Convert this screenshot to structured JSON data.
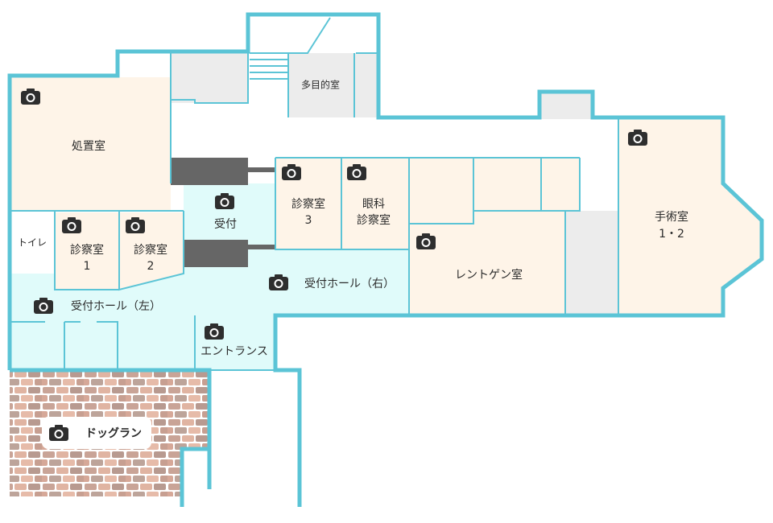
{
  "rooms": {
    "treatment": "処置室",
    "multipurpose": "多目的室",
    "reception": "受付",
    "exam1_line1": "診察室",
    "exam1_line2": "1",
    "exam2_line1": "診察室",
    "exam2_line2": "2",
    "exam3_line1": "診察室",
    "exam3_line2": "3",
    "eye_line1": "眼科",
    "eye_line2": "診察室",
    "xray": "レントゲン室",
    "surgery_line1": "手術室",
    "surgery_line2": "1・2",
    "toilet": "トイレ",
    "hall_left": "受付ホール（左）",
    "hall_right": "受付ホール（右）",
    "entrance": "エントランス",
    "dogrun": "ドッグラン"
  },
  "colors": {
    "wall": "#5bc4d6",
    "room": "#fef4e8",
    "hall": "#e0fbfa",
    "gray": "#ececec",
    "desk": "#666666",
    "camera": "#2e2e2e"
  },
  "icons": {
    "camera": "camera-icon"
  }
}
